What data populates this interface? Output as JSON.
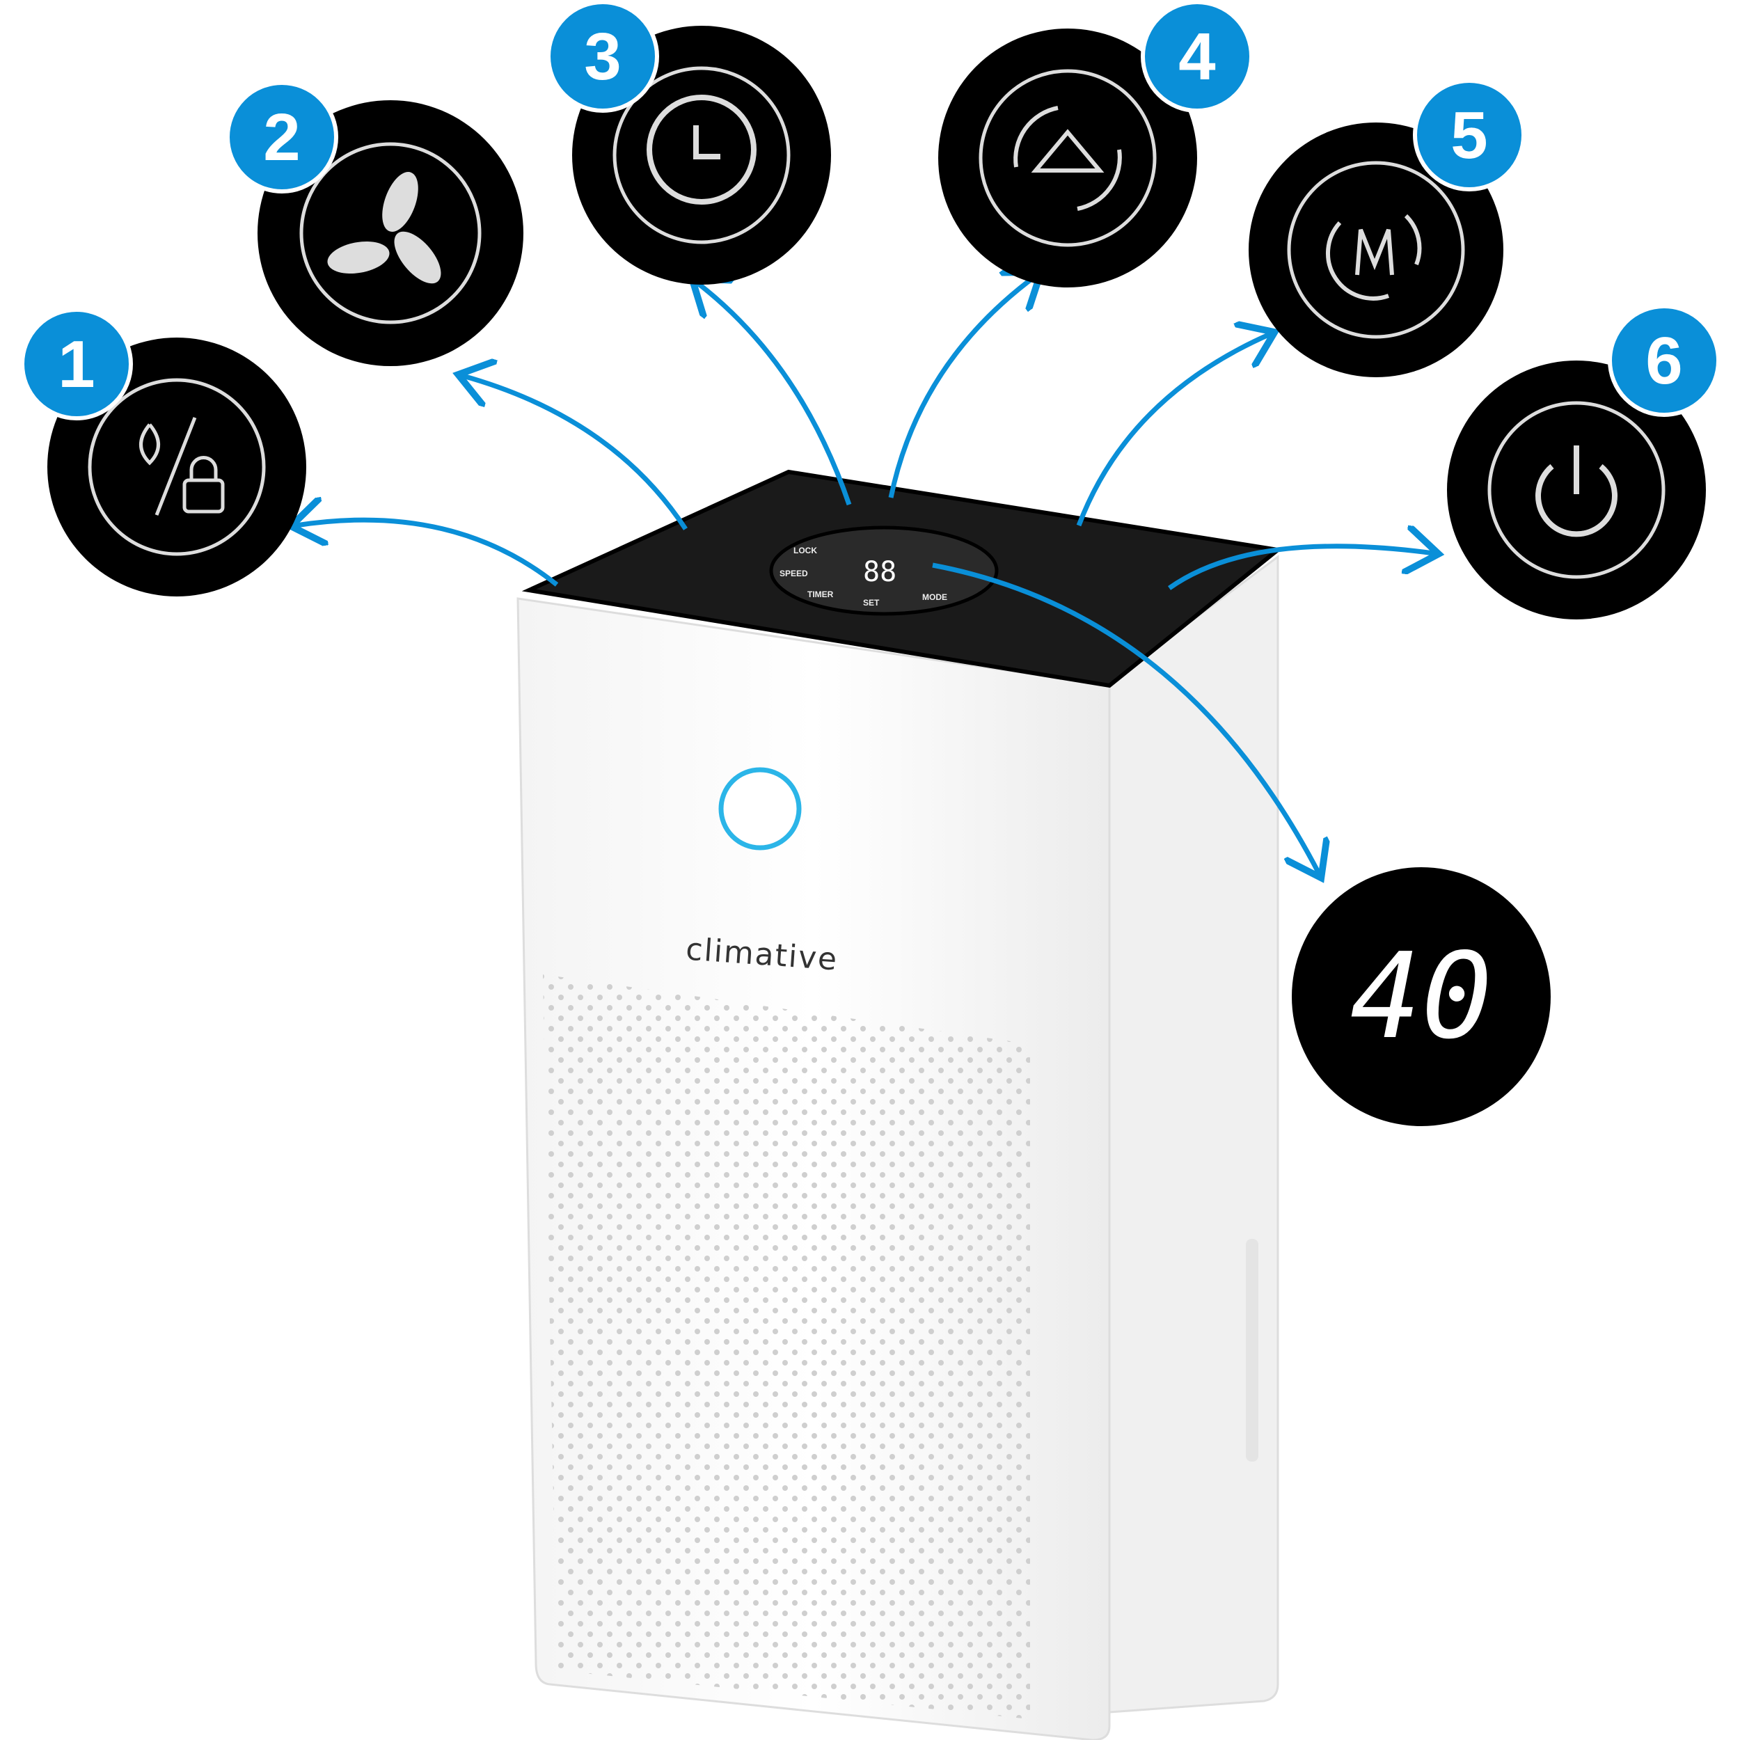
{
  "brand": "climative",
  "accent_color": "#0a8fd8",
  "panel": {
    "display": "88",
    "labels": {
      "lock": "LOCK",
      "speed": "SPEED",
      "timer": "TIMER",
      "set": "SET",
      "mode": "MODE"
    }
  },
  "callouts": [
    {
      "number": "1",
      "icon": "leaf-percent-lock-icon",
      "meaning": "lock"
    },
    {
      "number": "2",
      "icon": "fan-icon",
      "meaning": "speed"
    },
    {
      "number": "3",
      "icon": "clock-icon",
      "meaning": "timer"
    },
    {
      "number": "4",
      "icon": "set-triangle-icon",
      "meaning": "set"
    },
    {
      "number": "5",
      "icon": "mode-m-icon",
      "meaning": "mode"
    },
    {
      "number": "6",
      "icon": "power-icon",
      "meaning": "power"
    }
  ],
  "display_callout": {
    "value": "40"
  }
}
